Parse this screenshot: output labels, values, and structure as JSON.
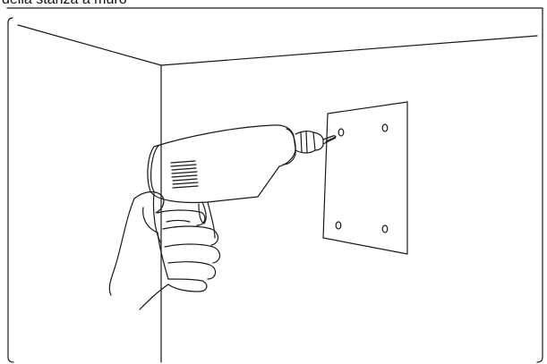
{
  "caption": "della stanza a muro",
  "colors": {
    "line": "#1a1a1a",
    "background": "#ffffff"
  },
  "illustration": {
    "subject": "hand holding electric drill against wall plate with four holes",
    "plate_holes": 4
  }
}
